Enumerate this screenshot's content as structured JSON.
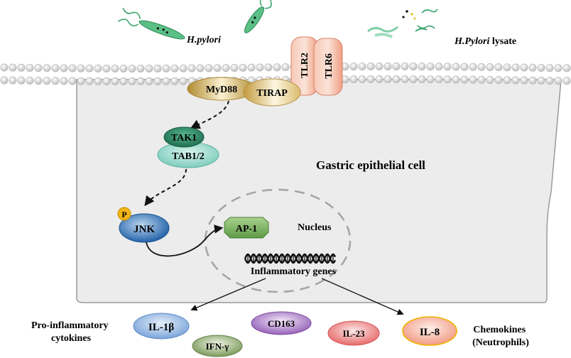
{
  "labels": {
    "hpylori": "H.pylori",
    "lysate_italic": "H.Pylori",
    "lysate_rest": " lysate",
    "cell": "Gastric epithelial cell",
    "nucleus": "Nucleus",
    "genes": "Inflammatory genes",
    "pro_line1": "Pro-inflammatory",
    "pro_line2": "cytokines",
    "chemo_line1": "Chemokines",
    "chemo_line2": "(Neutrophils)"
  },
  "nodes": {
    "tlr2": "TLR2",
    "tlr6": "TLR6",
    "myd88": "MyD88",
    "tirap": "TIRAP",
    "tak1": "TAK1",
    "tab12": "TAB1/2",
    "jnk": "JNK",
    "p": "P",
    "ap1": "AP-1",
    "il1b": "IL-1β",
    "ifng": "IFN-γ",
    "cd163": "CD163",
    "il23": "IL-23",
    "il8": "IL-8"
  },
  "colors": {
    "cell_fill": "#ececec",
    "membrane": "#c8c8c8",
    "tlr": "#f2a98f",
    "myd88": "#c9a84a",
    "tak1": "#2f8f6a",
    "tab12": "#8ed9c9",
    "jnk": "#2f75b5",
    "p": "#f2b515",
    "ap1": "#73ad5a",
    "il1b": "#8fb4e3",
    "ifng": "#8aa66a",
    "cd163": "#a26fc4",
    "il23": "#ef7b7b",
    "il8": "#f4a590"
  }
}
